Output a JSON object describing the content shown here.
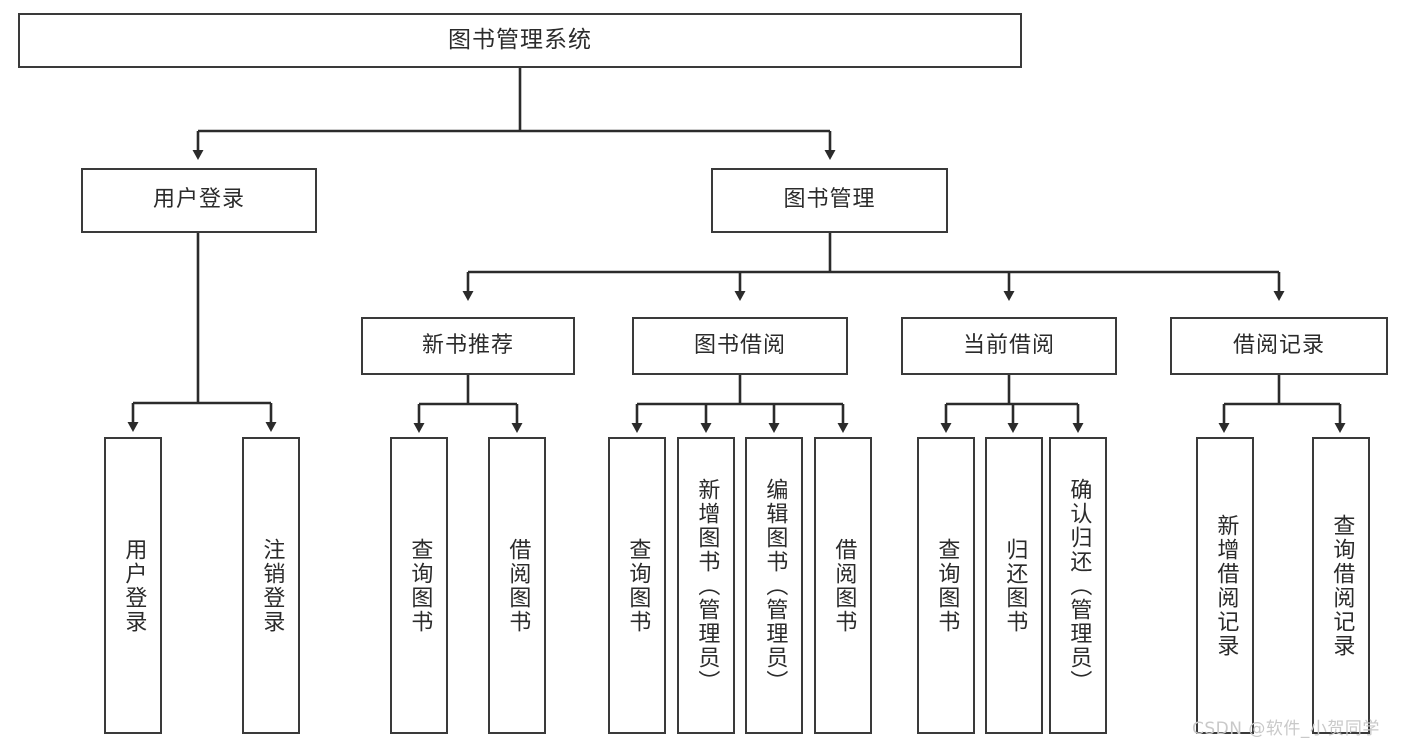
{
  "diagram": {
    "type": "tree-hierarchy",
    "title": "图书管理系统",
    "colors": {
      "box_border": "#3a3a3a",
      "box_fill": "#ffffff",
      "text": "#2b2b2b",
      "connector": "#2b2b2b",
      "watermark": "#c9c9c9",
      "background": "#ffffff"
    },
    "root": {
      "label": "图书管理系统"
    },
    "level2": [
      {
        "label": "用户登录"
      },
      {
        "label": "图书管理"
      }
    ],
    "level3": [
      {
        "label": "新书推荐"
      },
      {
        "label": "图书借阅"
      },
      {
        "label": "当前借阅"
      },
      {
        "label": "借阅记录"
      }
    ],
    "leaves": {
      "user_login": [
        {
          "label": "用户登录"
        },
        {
          "label": "注销登录"
        }
      ],
      "new_book_recommend": [
        {
          "label": "查询图书"
        },
        {
          "label": "借阅图书"
        }
      ],
      "book_borrow": [
        {
          "label": "查询图书"
        },
        {
          "label": "新增图书（管理员）"
        },
        {
          "label": "编辑图书（管理员）"
        },
        {
          "label": "借阅图书"
        }
      ],
      "current_borrow": [
        {
          "label": "查询图书"
        },
        {
          "label": "归还图书"
        },
        {
          "label": "确认归还（管理员）"
        }
      ],
      "borrow_record": [
        {
          "label": "新增借阅记录"
        },
        {
          "label": "查询借阅记录"
        }
      ]
    }
  },
  "watermark": {
    "text": "CSDN @软件_小贺同学"
  }
}
